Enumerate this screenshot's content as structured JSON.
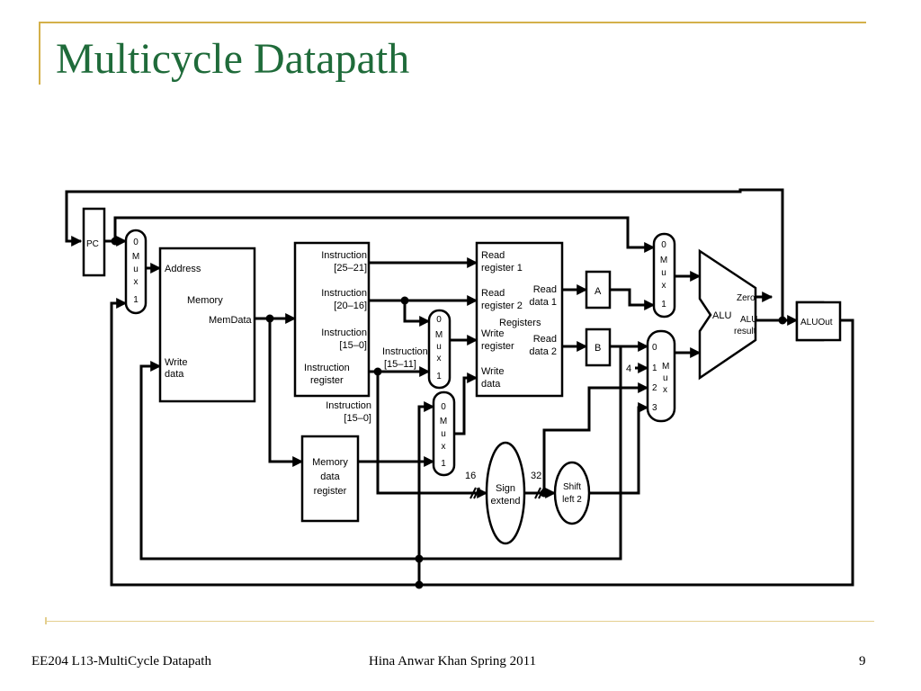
{
  "slide": {
    "title": "Multicycle Datapath"
  },
  "footer": {
    "left": "EE204 L13-MultiCycle Datapath",
    "center": "Hina Anwar Khan Spring 2011",
    "page": "9"
  },
  "colors": {
    "title": "#1f6b3a",
    "accent": "#d4b04a"
  },
  "diagram": {
    "pc": {
      "label": "PC"
    },
    "mux_pc": {
      "l0": "0",
      "l1": "M",
      "l2": "u",
      "l3": "x",
      "l4": "1"
    },
    "memory": {
      "address": "Address",
      "name": "Memory",
      "memdata": "MemData",
      "write": "Write",
      "data": "data"
    },
    "ir": {
      "f1a": "Instruction",
      "f1b": "[25–21]",
      "f2a": "Instruction",
      "f2b": "[20–16]",
      "f3a": "Instruction",
      "f3b": "[15–0]",
      "na": "Instruction",
      "nb": "register"
    },
    "ir_out": {
      "a": "Instruction",
      "b": "[15–0]"
    },
    "ir_side": {
      "a": "Instruction",
      "b": "[15–11]"
    },
    "mdr": {
      "a": "Memory",
      "b": "data",
      "c": "register"
    },
    "regfile": {
      "rr1a": "Read",
      "rr1b": "register 1",
      "rr2a": "Read",
      "rr2b": "register 2",
      "name": "Registers",
      "wra": "Write",
      "wrb": "register",
      "wda": "Write",
      "wdb": "data",
      "rd1a": "Read",
      "rd1b": "data 1",
      "rd2a": "Read",
      "rd2b": "data 2"
    },
    "mux_wr": {
      "l0": "0",
      "l1": "M",
      "l2": "u",
      "l3": "x",
      "l4": "1"
    },
    "mux_wd": {
      "l0": "0",
      "l1": "M",
      "l2": "u",
      "l3": "x",
      "l4": "1"
    },
    "a_reg": "A",
    "b_reg": "B",
    "mux_a": {
      "l0": "0",
      "l1": "M",
      "l2": "u",
      "l3": "x",
      "l4": "1"
    },
    "mux_b": {
      "i0": "0",
      "i1": "1",
      "i2": "2",
      "i3": "3",
      "m": "M",
      "u": "u",
      "x": "x"
    },
    "const4": "4",
    "alu": {
      "label": "ALU",
      "zero": "Zero",
      "res_a": "ALU",
      "res_b": "result"
    },
    "aluout": "ALUOut",
    "sign_extend": {
      "a": "Sign",
      "b": "extend",
      "in_w": "16",
      "out_w": "32"
    },
    "shift_left": {
      "a": "Shift",
      "b": "left 2"
    }
  }
}
